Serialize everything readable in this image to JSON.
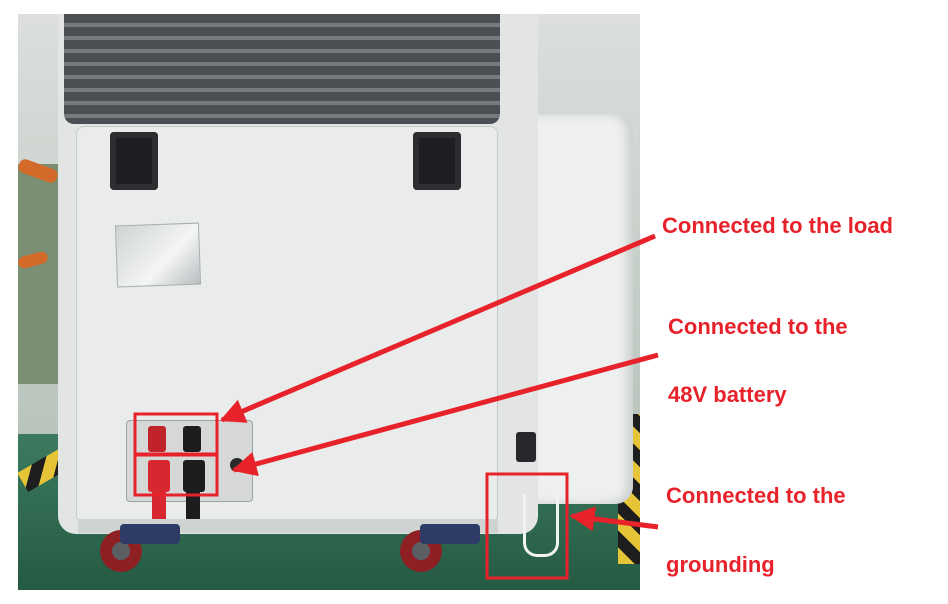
{
  "annotations": {
    "load": "Connected to the load",
    "battery_line1": "Connected to the",
    "battery_line2": "48V battery",
    "ground_line1": "Connected to the",
    "ground_line2": "grounding"
  },
  "colors": {
    "annotation_red": "#e8222a",
    "cabinet_body": "#e9ecea",
    "vent_panel": "#4b4e52",
    "floor_green": "#2f6b52",
    "terminal_red": "#d6282e",
    "terminal_black": "#1d1d1f"
  }
}
